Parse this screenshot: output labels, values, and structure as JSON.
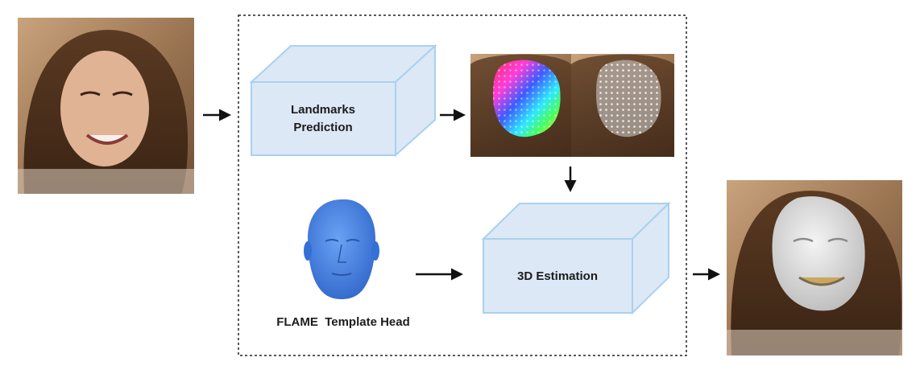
{
  "pipeline": {
    "landmarks_box": {
      "line1": "Landmarks",
      "line2": "Prediction"
    },
    "estimation_box": {
      "label": "3D Estimation"
    },
    "template_caption": "FLAME  Template Head"
  },
  "colors": {
    "box_fill": "#dce8f6",
    "box_stroke": "#a9d1ee",
    "template_head": "#3f80e6",
    "arrow": "#111111",
    "frame": "#222222"
  },
  "icons": {
    "input": "portrait-photo",
    "landmarks_color": "colored-dense-landmarks-overlay",
    "landmarks_mesh": "white-mesh-landmarks-overlay",
    "template": "blue-3d-head-mesh",
    "output": "gray-reconstructed-face-overlay"
  }
}
